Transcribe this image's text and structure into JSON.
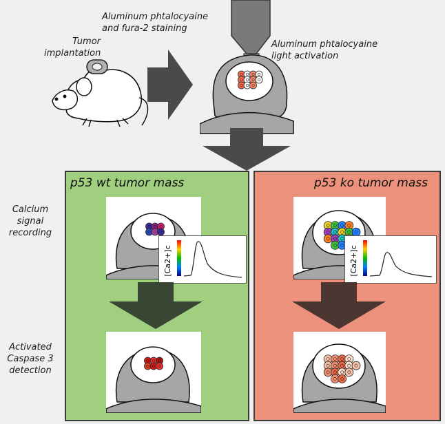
{
  "labels": {
    "tumor_implantation": "Tumor\nimplantation",
    "staining": "Aluminum phtalocyaine\nand fura-2 staining",
    "light_activation": "Aluminum phtalocyaine\nlight activation",
    "calcium_recording": "Calcium\nsignal\nrecording",
    "caspase_detection": "Activated\nCaspase 3\ndetection"
  },
  "panels": [
    {
      "title": "p53 wt tumor mass",
      "color": "#9fcf7f"
    },
    {
      "title": "p53 ko tumor mass",
      "color": "#ec927c"
    }
  ],
  "trace_label": "[Ca2+]c",
  "colors": {
    "background": "#f0f0f0",
    "arrow": "#4a4a4a",
    "wt_arrow": "#3a4634",
    "ko_arrow": "#4b3530",
    "skin": "#9e9e9e"
  }
}
